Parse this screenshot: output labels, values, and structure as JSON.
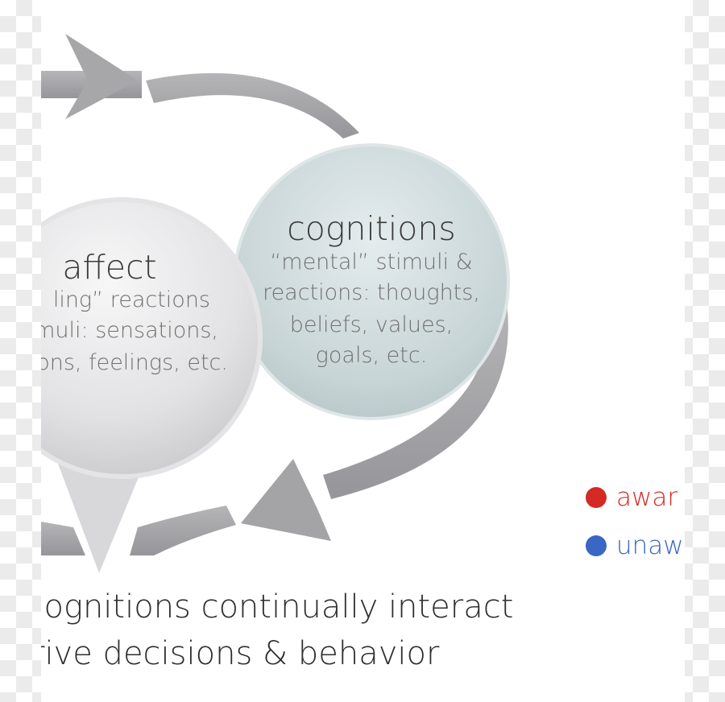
{
  "diagram": {
    "affect": {
      "title": "affect",
      "lines": [
        "ling” reactions",
        "muli: sensations,",
        "ons, feelings, etc."
      ]
    },
    "cognitions": {
      "title": "cognitions",
      "lines": [
        "“mental” stimuli &",
        "reactions: thoughts,",
        "beliefs, values,",
        "goals, etc."
      ]
    }
  },
  "legend": {
    "aware": {
      "label": "awar",
      "color": "#d42a24",
      "text_color": "#d42a24"
    },
    "unaware": {
      "label": "unaw",
      "color": "#3a66c4",
      "text_color": "#3a66c4"
    }
  },
  "caption": {
    "line1": ":ognitions continually interact",
    "line2": "rive decisions & behavior"
  },
  "colors": {
    "arrow": "#a4a4a6",
    "affect_circle": "#dcdcde",
    "cognitions_circle": "#c5d2d4"
  }
}
